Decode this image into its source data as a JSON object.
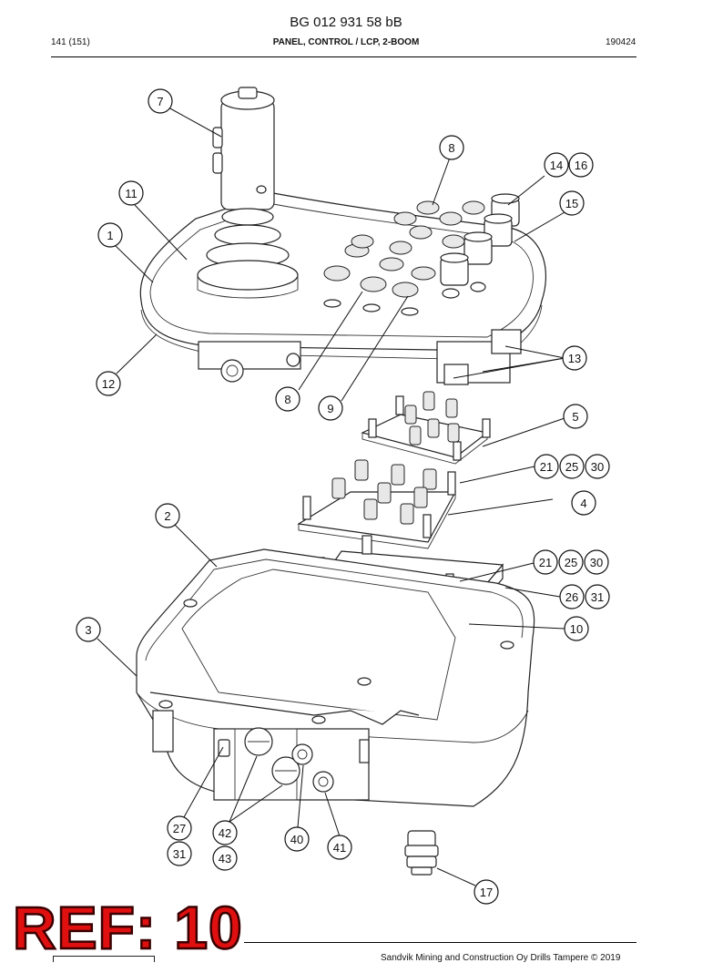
{
  "header": {
    "document_number": "BG 012 931 58 bB",
    "page": "141 (151)",
    "title": "PANEL, CONTROL / LCP, 2-BOOM",
    "date": "190424"
  },
  "stamp": "REF: 10",
  "footer": {
    "text": "Sandvik Mining and Construction Oy Drills Tampere © 2019"
  },
  "callouts": [
    "7",
    "8",
    "14",
    "16",
    "11",
    "15",
    "1",
    "13",
    "12",
    "8",
    "9",
    "5",
    "21",
    "25",
    "30",
    "4",
    "2",
    "21",
    "25",
    "30",
    "26",
    "31",
    "3",
    "10",
    "27",
    "31",
    "42",
    "43",
    "40",
    "41",
    "17"
  ]
}
